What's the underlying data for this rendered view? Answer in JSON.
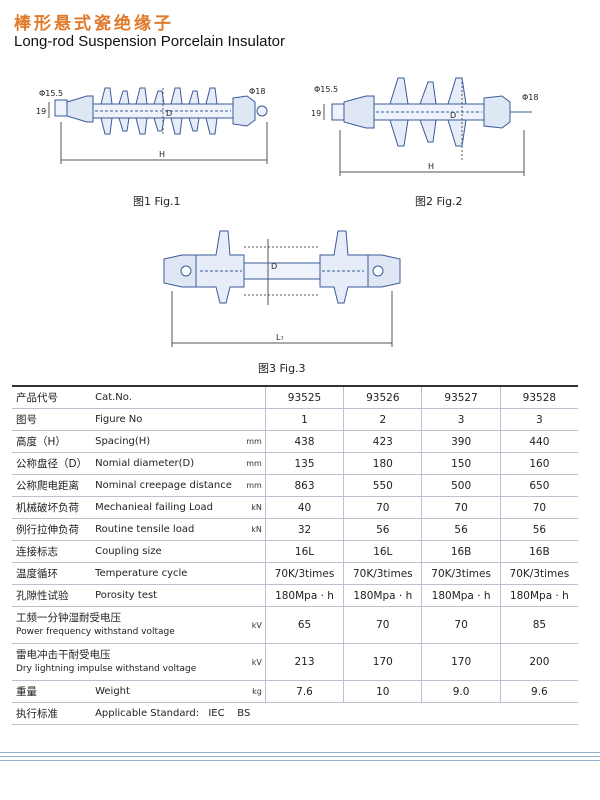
{
  "header": {
    "title_cn": "棒形悬式瓷绝缘子",
    "title_en": "Long-rod Suspension Porcelain Insulator"
  },
  "figures": {
    "fig1": {
      "caption": "图1 Fig.1",
      "dim_left": "Φ15.5",
      "dim_right": "Φ18",
      "dim_side": "19",
      "dim_d": "D",
      "dim_h": "H"
    },
    "fig2": {
      "caption": "图2 Fig.2",
      "dim_left": "Φ15.5",
      "dim_right": "Φ18",
      "dim_side": "19",
      "dim_d": "D",
      "dim_h": "H"
    },
    "fig3": {
      "caption": "图3 Fig.3",
      "dim_d": "D",
      "dim_l": "L₇"
    }
  },
  "table": {
    "header": {
      "cn": "产品代号",
      "en": "Cat.No.",
      "values": [
        "93525",
        "93526",
        "93527",
        "93528"
      ]
    },
    "rows": [
      {
        "cn": "图号",
        "en": "Figure No",
        "unit": "",
        "values": [
          "1",
          "2",
          "3",
          "3"
        ]
      },
      {
        "cn": "高度（H）",
        "en": "Spacing(H)",
        "unit": "mm",
        "values": [
          "438",
          "423",
          "390",
          "440"
        ]
      },
      {
        "cn": "公称盘径（D）",
        "en": "Nomial diameter(D)",
        "unit": "mm",
        "values": [
          "135",
          "180",
          "150",
          "160"
        ]
      },
      {
        "cn": "公称爬电距离",
        "en": "Nominal creepage distance",
        "unit": "mm",
        "values": [
          "863",
          "550",
          "500",
          "650"
        ]
      },
      {
        "cn": "机械破坏负荷",
        "en": "Mechanieal failing Load",
        "unit": "kN",
        "values": [
          "40",
          "70",
          "70",
          "70"
        ]
      },
      {
        "cn": "例行拉伸负荷",
        "en": "Routine tensile load",
        "unit": "kN",
        "values": [
          "32",
          "56",
          "56",
          "56"
        ]
      },
      {
        "cn": "连接标志",
        "en": "Coupling size",
        "unit": "",
        "values": [
          "16L",
          "16L",
          "16B",
          "16B"
        ]
      },
      {
        "cn": "温度循环",
        "en": "Temperature cycle",
        "unit": "",
        "values": [
          "70K/3times",
          "70K/3times",
          "70K/3times",
          "70K/3times"
        ]
      },
      {
        "cn": "孔隙性试验",
        "en": "Porosity test",
        "unit": "",
        "values": [
          "180Mpa · h",
          "180Mpa · h",
          "180Mpa · h",
          "180Mpa · h"
        ]
      }
    ],
    "block_rows": [
      {
        "cn": "工频一分钟湿耐受电压",
        "en": "Power frequency withstand voltage",
        "unit": "kV",
        "values": [
          "65",
          "70",
          "70",
          "85"
        ]
      },
      {
        "cn": "雷电冲击干耐受电压",
        "en": "Dry lightning impulse withstand voltage",
        "unit": "kV",
        "values": [
          "213",
          "170",
          "170",
          "200"
        ]
      }
    ],
    "weight": {
      "cn": "重量",
      "en": "Weight",
      "unit": "kg",
      "values": [
        "7.6",
        "10",
        "9.0",
        "9.6"
      ]
    },
    "standard": {
      "cn": "执行标准",
      "en": "Applicable Standard:",
      "value": "IEC    BS"
    }
  }
}
